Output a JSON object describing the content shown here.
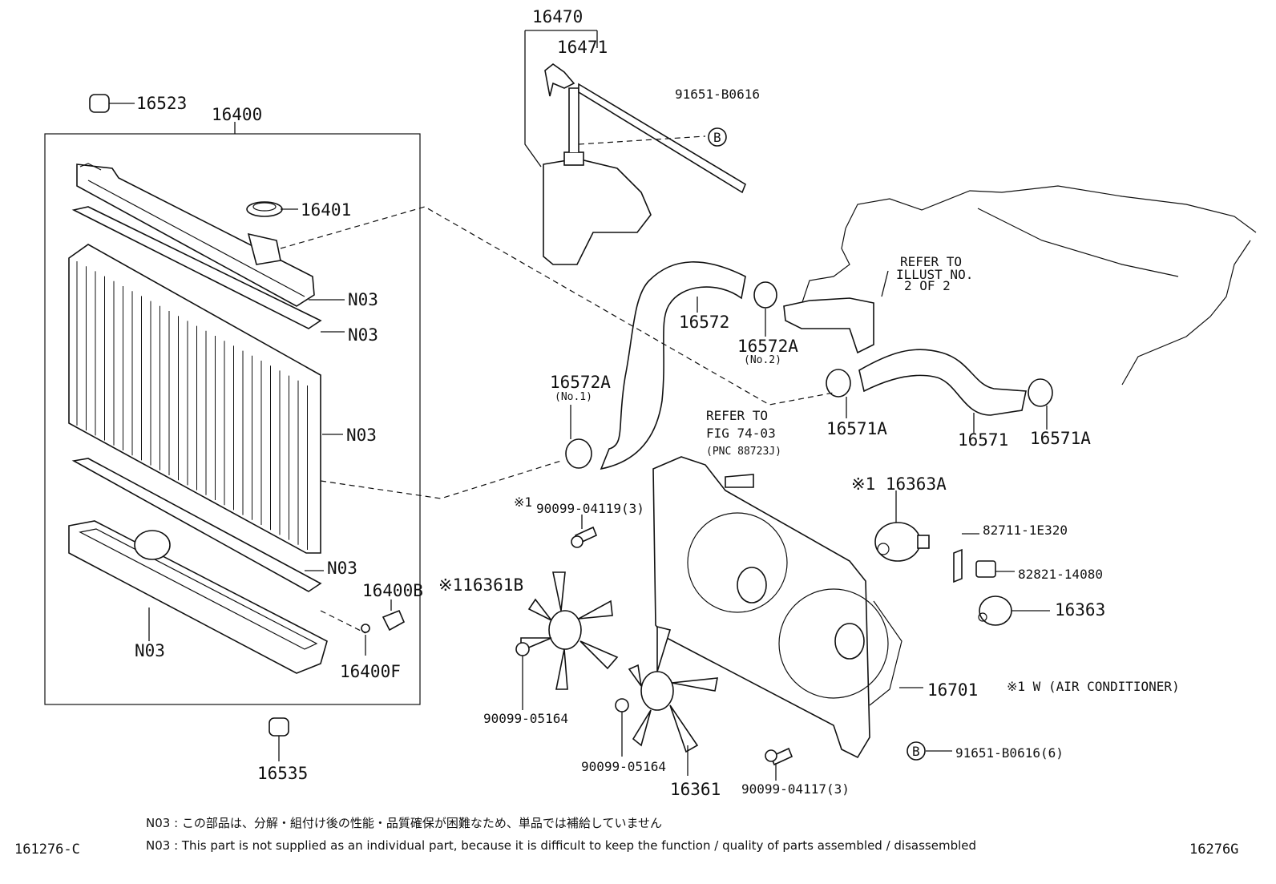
{
  "parts": {
    "p16470": "16470",
    "p16471": "16471",
    "p91651_b0616": "91651-B0616",
    "p16523": "16523",
    "p16400": "16400",
    "p16401": "16401",
    "n03_a": "N03",
    "n03_b": "N03",
    "n03_c": "N03",
    "n03_d": "N03",
    "n03_e": "N03",
    "p16572": "16572",
    "p16572a_no2": "16572A",
    "p16572a_no2_sub": "(No.2)",
    "p16572a_no1": "16572A",
    "p16572a_no1_sub": "(No.1)",
    "p16571a_1": "16571A",
    "p16571": "16571",
    "p16571a_2": "16571A",
    "refer_illust_1": "REFER TO",
    "refer_illust_2": "ILLUST NO.",
    "refer_illust_3": "2 OF 2",
    "refer_fig_1": "REFER TO",
    "refer_fig_2": "FIG 74-03",
    "refer_fig_3": "(PNC 88723J)",
    "p16363a": "※1 16363A",
    "p82711": "82711-1E320",
    "p82821": "82821-14080",
    "p16363": "16363",
    "p90099_04119_mark": "※1",
    "p90099_04119": "90099-04119(3)",
    "p16361b": "※116361B",
    "p16400b": "16400B",
    "p16400f": "16400F",
    "p90099_05164_a": "90099-05164",
    "p90099_05164_b": "90099-05164",
    "p16361": "16361",
    "p90099_04117": "90099-04117(3)",
    "p16701": "16701",
    "air_cond": "※1 W (AIR CONDITIONER)",
    "p91651_b0616_6": "91651-B0616(6)",
    "p16535": "16535",
    "callout_b": "B"
  },
  "notes": {
    "jp": "N03 : この部品は、分解・組付け後の性能・品質確保が困難なため、単品では補給していません",
    "en": "N03 : This part is not supplied as an individual part, because it is difficult to keep the function / quality of parts assembled / disassembled"
  },
  "footer": {
    "left_code": "161276-C",
    "right_code": "16276G"
  }
}
